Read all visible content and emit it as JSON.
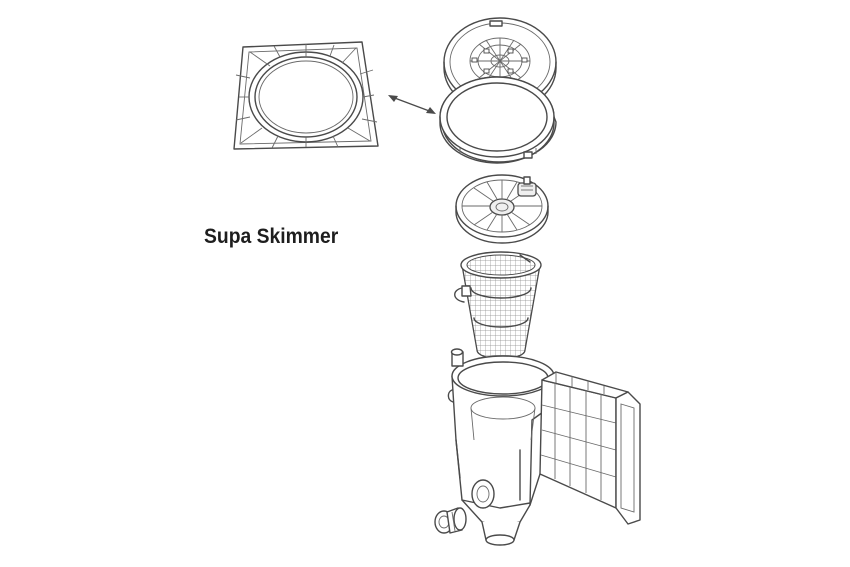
{
  "title": "Supa Skimmer",
  "colors": {
    "background": "#ffffff",
    "line": "#4a4a4a",
    "text": "#1e1e1e"
  },
  "parts": [
    "square-frame",
    "round-lid",
    "lid-ring",
    "weir-door",
    "strainer-basket",
    "skimmer-body",
    "mouth-frame",
    "side-fitting"
  ]
}
